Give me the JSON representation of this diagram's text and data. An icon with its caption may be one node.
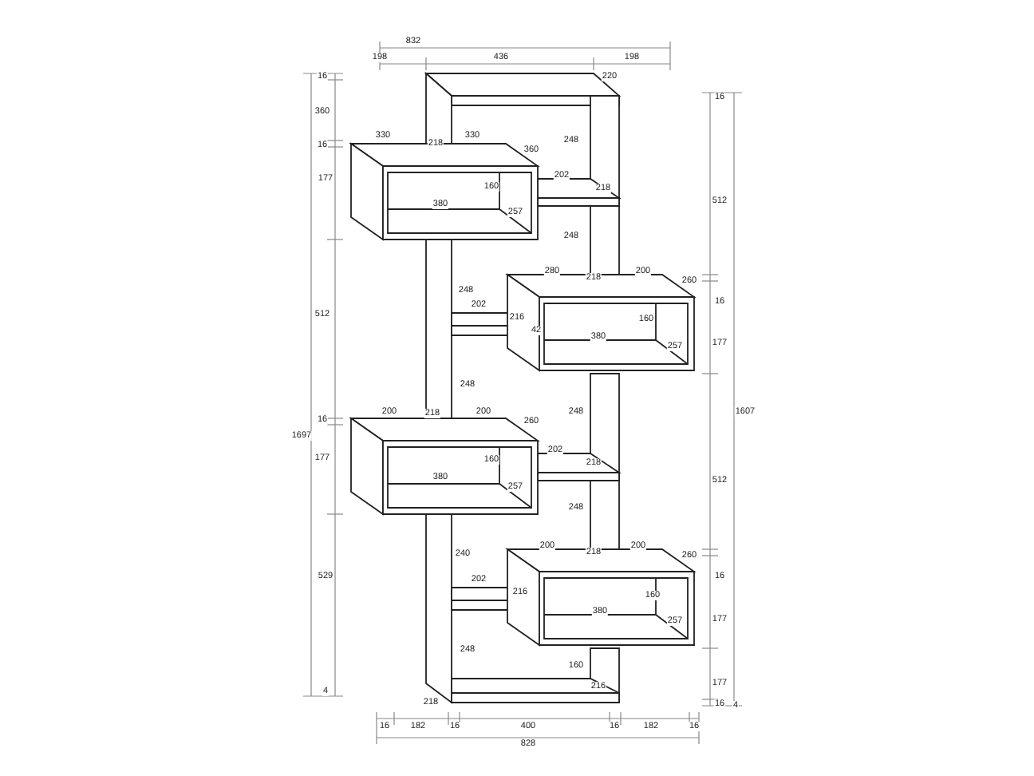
{
  "diagram": {
    "labels": [
      "832",
      "198",
      "436",
      "198",
      "16",
      "360",
      "16",
      "177",
      "512",
      "16",
      "1697",
      "177",
      "529",
      "4",
      "16",
      "512",
      "16",
      "177",
      "1607",
      "512",
      "16",
      "177",
      "177",
      "16",
      "4",
      "16",
      "182",
      "16",
      "400",
      "16",
      "182",
      "16",
      "828",
      "220",
      "330",
      "218",
      "330",
      "360",
      "248",
      "160",
      "202",
      "380",
      "218",
      "257",
      "248",
      "248",
      "280",
      "218",
      "200",
      "260",
      "202",
      "216",
      "42",
      "160",
      "380",
      "257",
      "248",
      "200",
      "218",
      "200",
      "260",
      "248",
      "160",
      "380",
      "202",
      "218",
      "257",
      "248",
      "240",
      "200",
      "218",
      "200",
      "260",
      "202",
      "216",
      "160",
      "380",
      "257",
      "248",
      "160",
      "216",
      "218"
    ]
  }
}
